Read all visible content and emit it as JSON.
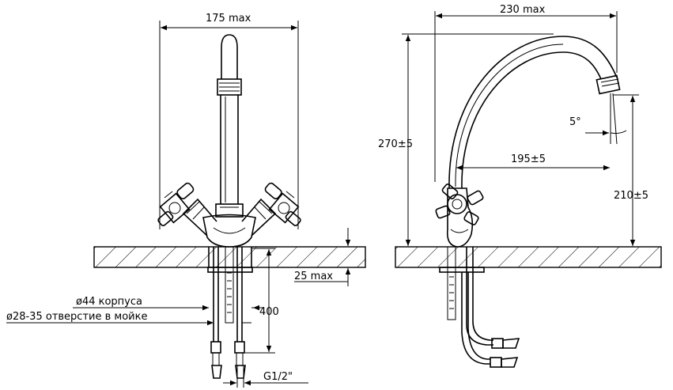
{
  "front_view": {
    "width_label": "175 max",
    "mount_height_label": "25 max",
    "body_diameter_label": "ø44 корпуса",
    "hole_label": "ø28-35 отверстие в мойке",
    "hose_length_label": "400",
    "thread_label": "G1/2\""
  },
  "side_view": {
    "width_label": "230 max",
    "height_label": "270±5",
    "angle_label": "5°",
    "reach_label": "195±5",
    "spout_height_label": "210±5"
  }
}
